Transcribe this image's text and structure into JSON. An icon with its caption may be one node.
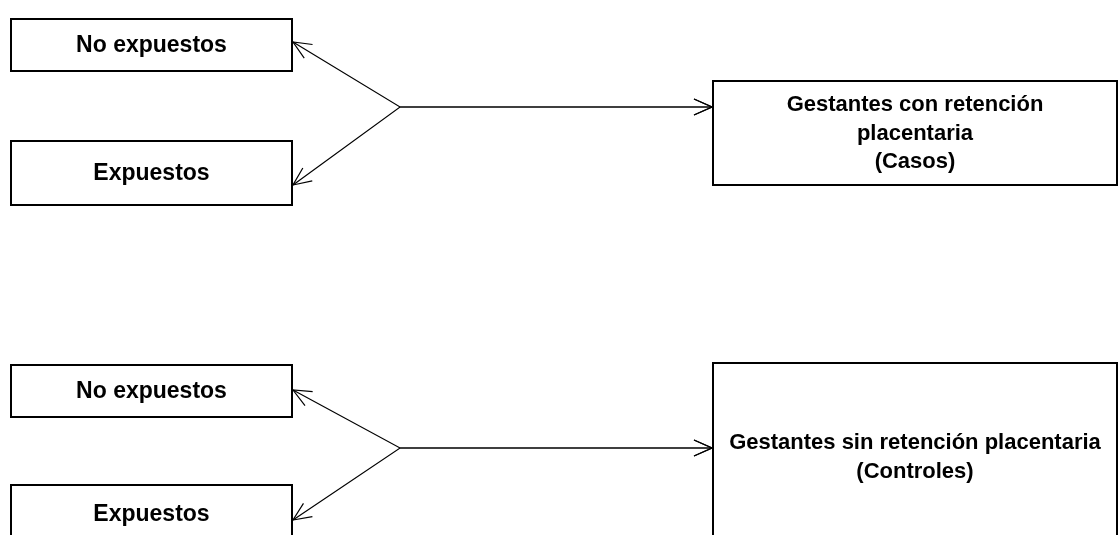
{
  "diagram": {
    "nodes": [
      {
        "text": [
          "No expuestos"
        ]
      },
      {
        "text": [
          "Expuestos"
        ]
      },
      {
        "text": [
          "Gestantes con retención placentaria",
          "(Casos)"
        ]
      },
      {
        "text": [
          "No expuestos"
        ]
      },
      {
        "text": [
          "Expuestos"
        ]
      },
      {
        "text": [
          "Gestantes sin retención placentaria",
          "(Controles)"
        ]
      }
    ],
    "edges": [
      {
        "from": 2,
        "to": 0,
        "arrow": "both"
      },
      {
        "from": 2,
        "to": 1,
        "arrow": "both"
      },
      {
        "from": 5,
        "to": 3,
        "arrow": "both"
      },
      {
        "from": 5,
        "to": 4,
        "arrow": "both"
      }
    ]
  }
}
